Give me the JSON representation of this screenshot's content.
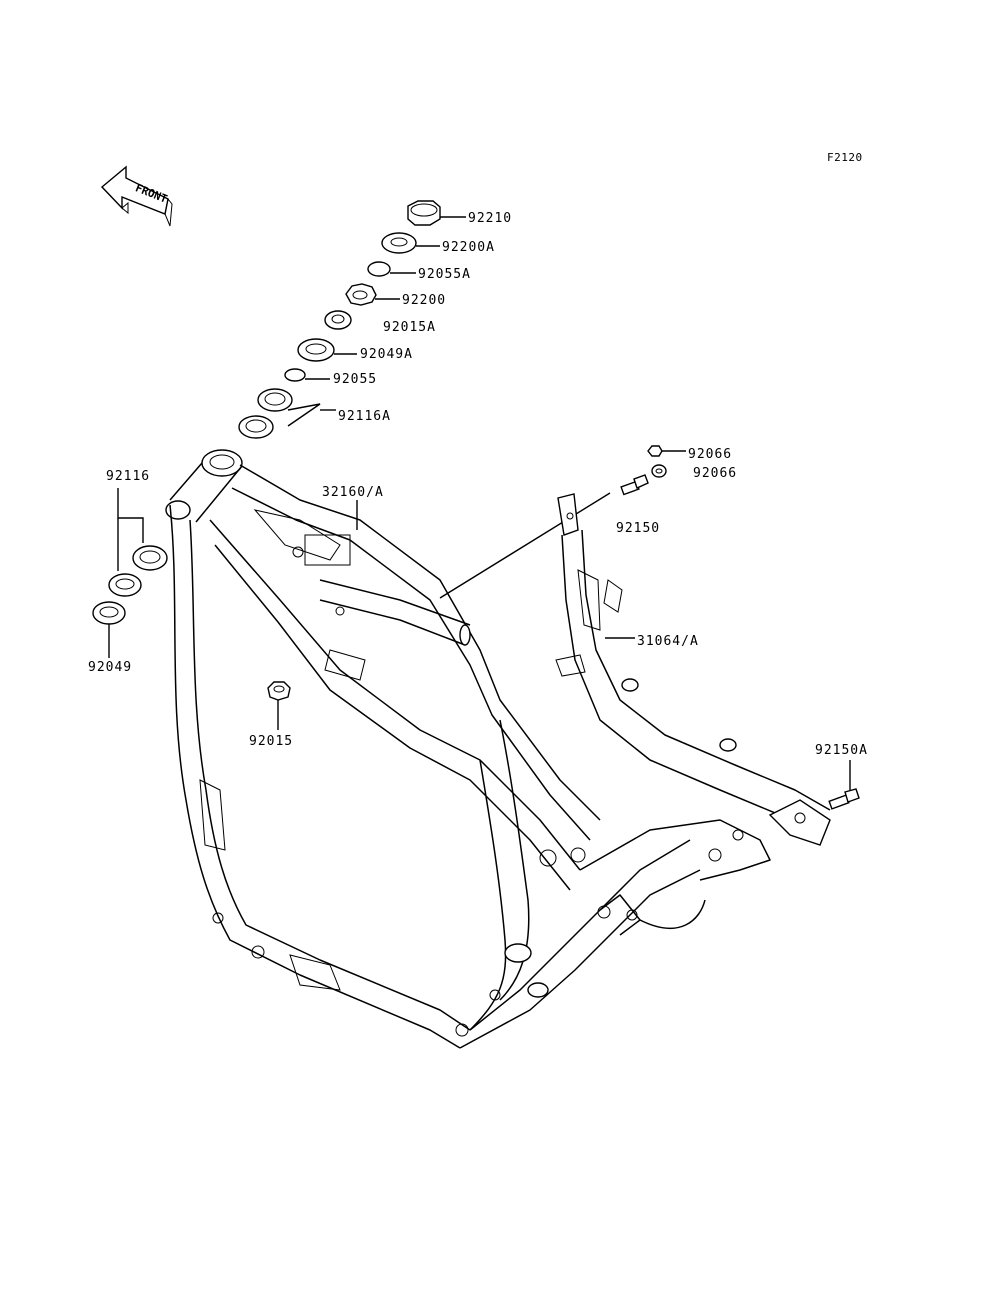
{
  "figure_id": "F2120",
  "front_label": "FRONT",
  "parts": {
    "p92210": "92210",
    "p92200A": "92200A",
    "p92055A": "92055A",
    "p92200": "92200",
    "p92015A": "92015A",
    "p92049A": "92049A",
    "p92055": "92055",
    "p92116A": "92116A",
    "p92116": "92116",
    "p92049": "92049",
    "p32160A": "32160/A",
    "p92015": "92015",
    "p92066a": "92066",
    "p92066b": "92066",
    "p92150": "92150",
    "p31064A": "31064/A",
    "p92150A": "92150A"
  }
}
